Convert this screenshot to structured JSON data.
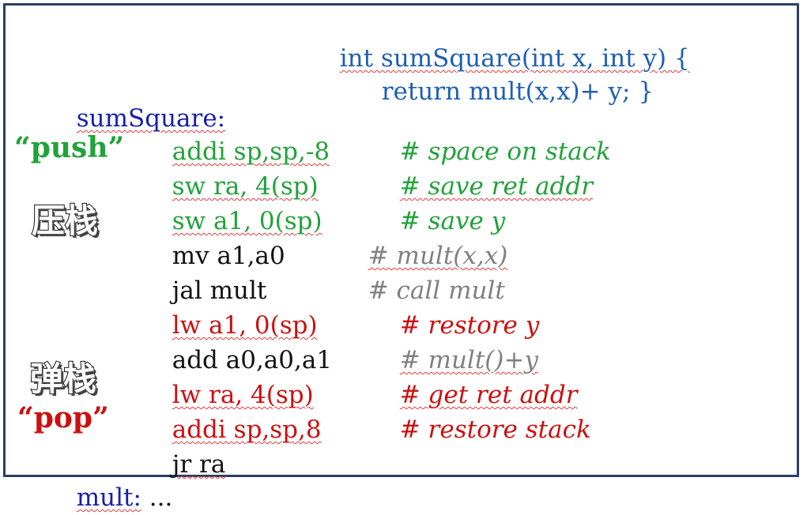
{
  "header": {
    "signature_line": "int sumSquare(int x, int y) {",
    "return_line": "return mult(x,x)+ y; }"
  },
  "labels": {
    "sumSquare": "sumSquare:",
    "mult": "mult:",
    "mult_rest": " ...",
    "push_en": "“push”",
    "push_cn": "压栈",
    "pop_cn": "弹栈",
    "pop_en": "“pop”"
  },
  "code_lines": [
    {
      "instr": "addi sp,sp,-8",
      "comment": "# space on stack"
    },
    {
      "instr": "sw ra, 4(sp)",
      "comment": "# save ret addr"
    },
    {
      "instr": "sw a1, 0(sp)",
      "comment": "# save y"
    },
    {
      "instr": "mv a1,a0",
      "comment": "# mult(x,x)"
    },
    {
      "instr": "jal mult",
      "comment": "# call mult"
    },
    {
      "instr": "lw a1, 0(sp)",
      "comment": "# restore y"
    },
    {
      "instr": "add a0,a0,a1",
      "comment": "# mult()+y"
    },
    {
      "instr": "lw ra, 4(sp)",
      "comment": "# get ret addr"
    },
    {
      "instr": "addi sp,sp,8",
      "comment": "# restore stack"
    },
    {
      "instr": "jr ra",
      "comment": ""
    }
  ],
  "colors": {
    "header": "#1f5fb4",
    "label": "#1a1fa8",
    "push": "#22a23a",
    "pop": "#cc1010",
    "plain": "#111111",
    "comment_gray": "#808080",
    "border": "#2c3f66"
  }
}
